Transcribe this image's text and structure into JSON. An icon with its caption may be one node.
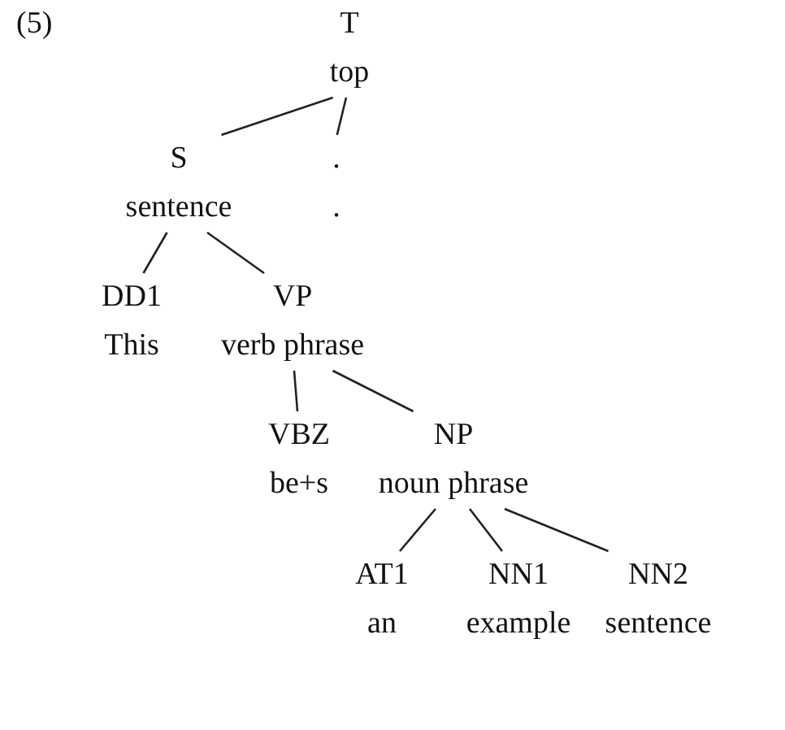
{
  "diagram": {
    "nodes": [
      {
        "text": [
          "T",
          "top"
        ]
      },
      {
        "text": [
          "S",
          "sentence"
        ]
      },
      {
        "text": [
          ".",
          "."
        ]
      },
      {
        "text": [
          "DD1",
          "This"
        ]
      },
      {
        "text": [
          "VP",
          "verb phrase"
        ]
      },
      {
        "text": [
          "VBZ",
          "be+s"
        ]
      },
      {
        "text": [
          "NP",
          "noun phrase"
        ]
      },
      {
        "text": [
          "AT1",
          "an"
        ]
      },
      {
        "text": [
          "NN1",
          "example"
        ]
      },
      {
        "text": [
          "NN2",
          "sentence"
        ]
      }
    ],
    "edges": [
      {
        "from": 0,
        "to": 1,
        "arrow": "none"
      },
      {
        "from": 0,
        "to": 2,
        "arrow": "none"
      },
      {
        "from": 1,
        "to": 3,
        "arrow": "none"
      },
      {
        "from": 1,
        "to": 4,
        "arrow": "none"
      },
      {
        "from": 4,
        "to": 5,
        "arrow": "none"
      },
      {
        "from": 4,
        "to": 6,
        "arrow": "none"
      },
      {
        "from": 6,
        "to": 7,
        "arrow": "none"
      },
      {
        "from": 6,
        "to": 8,
        "arrow": "none"
      },
      {
        "from": 6,
        "to": 9,
        "arrow": "none"
      }
    ],
    "labels": [
      "(5)"
    ]
  }
}
